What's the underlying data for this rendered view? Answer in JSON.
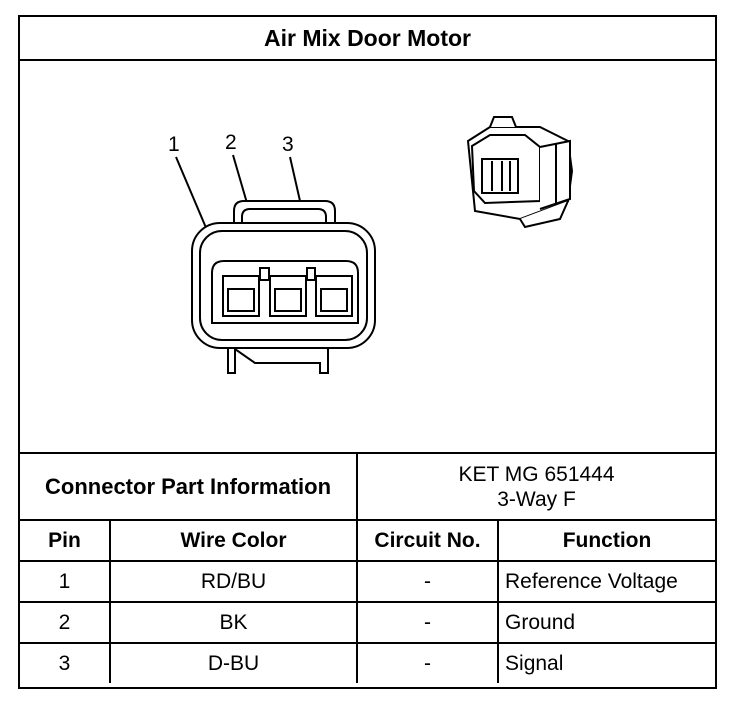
{
  "title": "Air Mix Door Motor",
  "diagram": {
    "pin_labels": [
      "1",
      "2",
      "3"
    ],
    "connector_front_view": "connector-face-drawing",
    "connector_3d_view": "connector-perspective-drawing"
  },
  "part_info": {
    "label": "Connector Part Information",
    "line1": "KET MG 651444",
    "line2": "3-Way F"
  },
  "table": {
    "headers": {
      "pin": "Pin",
      "wire_color": "Wire Color",
      "circuit_no": "Circuit No.",
      "function": "Function"
    },
    "rows": [
      {
        "pin": "1",
        "wire_color": "RD/BU",
        "circuit_no": "-",
        "function": "Reference Voltage"
      },
      {
        "pin": "2",
        "wire_color": "BK",
        "circuit_no": "-",
        "function": "Ground"
      },
      {
        "pin": "3",
        "wire_color": "D-BU",
        "circuit_no": "-",
        "function": "Signal"
      }
    ]
  }
}
